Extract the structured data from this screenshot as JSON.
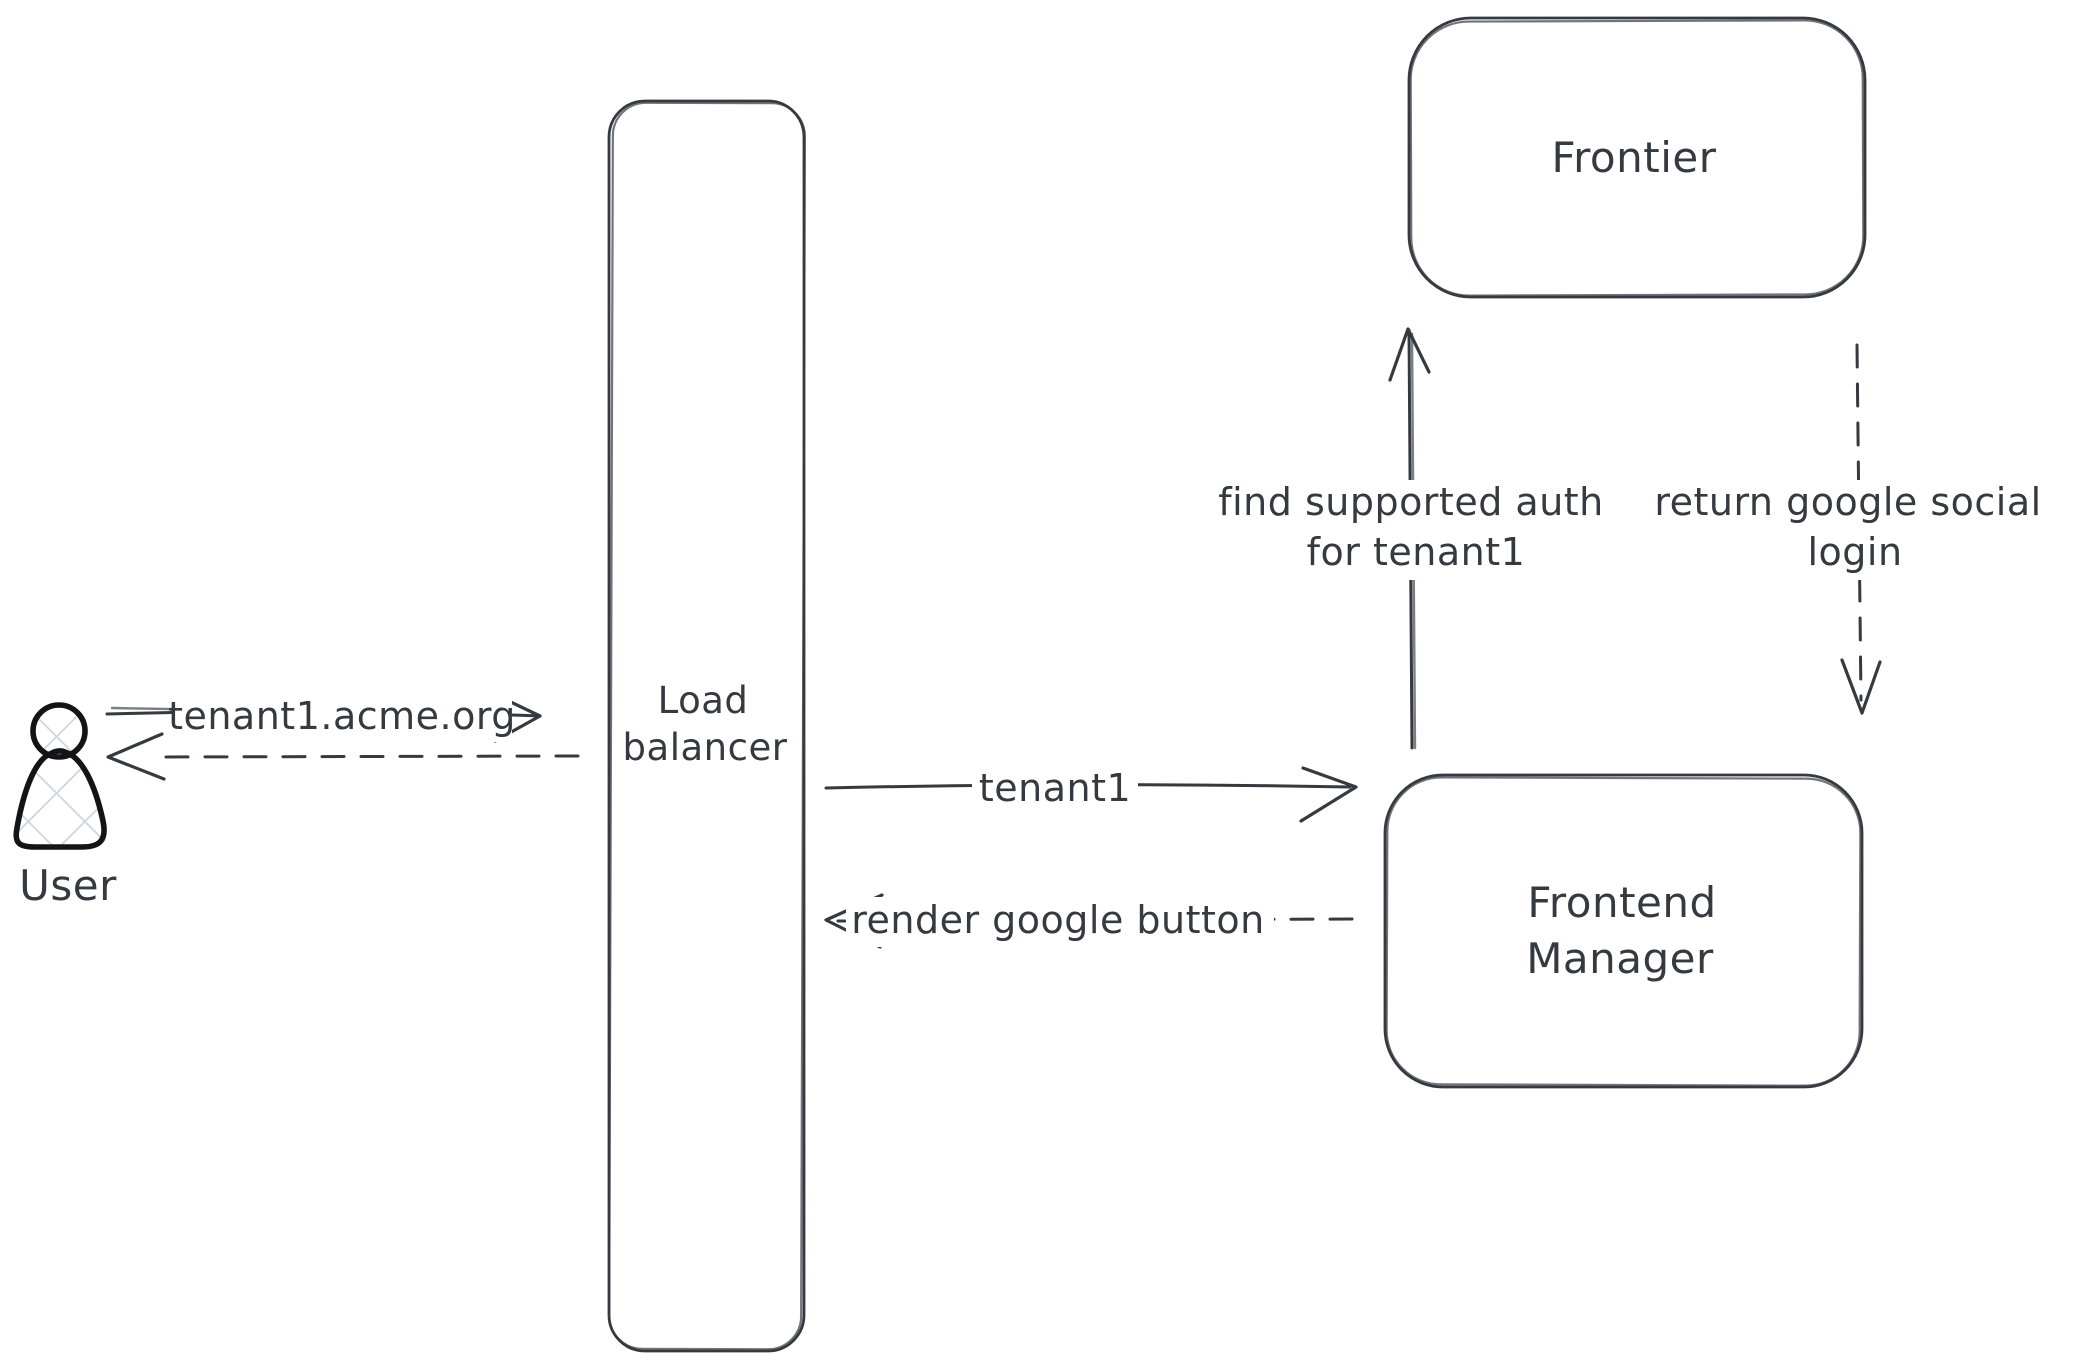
{
  "diagram": {
    "nodes": {
      "user": {
        "label": "User"
      },
      "load_balancer": {
        "label_lines": [
          "Load",
          "balancer"
        ]
      },
      "frontier": {
        "label": "Frontier"
      },
      "frontend_manager": {
        "label_lines": [
          "Frontend",
          "Manager"
        ]
      }
    },
    "arrows": {
      "user_to_lb": {
        "label": "tenant1.acme.org",
        "style": "solid",
        "direction": "right"
      },
      "lb_to_user": {
        "label": "",
        "style": "dashed",
        "direction": "left"
      },
      "lb_to_fm": {
        "label": "tenant1",
        "style": "solid",
        "direction": "right"
      },
      "fm_to_lb": {
        "label": "render google button",
        "style": "dashed",
        "direction": "left"
      },
      "fm_to_frontier": {
        "label_lines": [
          "find supported auth",
          "for tenant1"
        ],
        "style": "solid",
        "direction": "up"
      },
      "frontier_to_fm": {
        "label_lines": [
          "return google social",
          "login"
        ],
        "style": "dashed",
        "direction": "down"
      }
    },
    "colors": {
      "stroke": "#343a40",
      "user_outline": "#131417",
      "hatch": "#ccd5dd",
      "background": "#ffffff"
    }
  }
}
